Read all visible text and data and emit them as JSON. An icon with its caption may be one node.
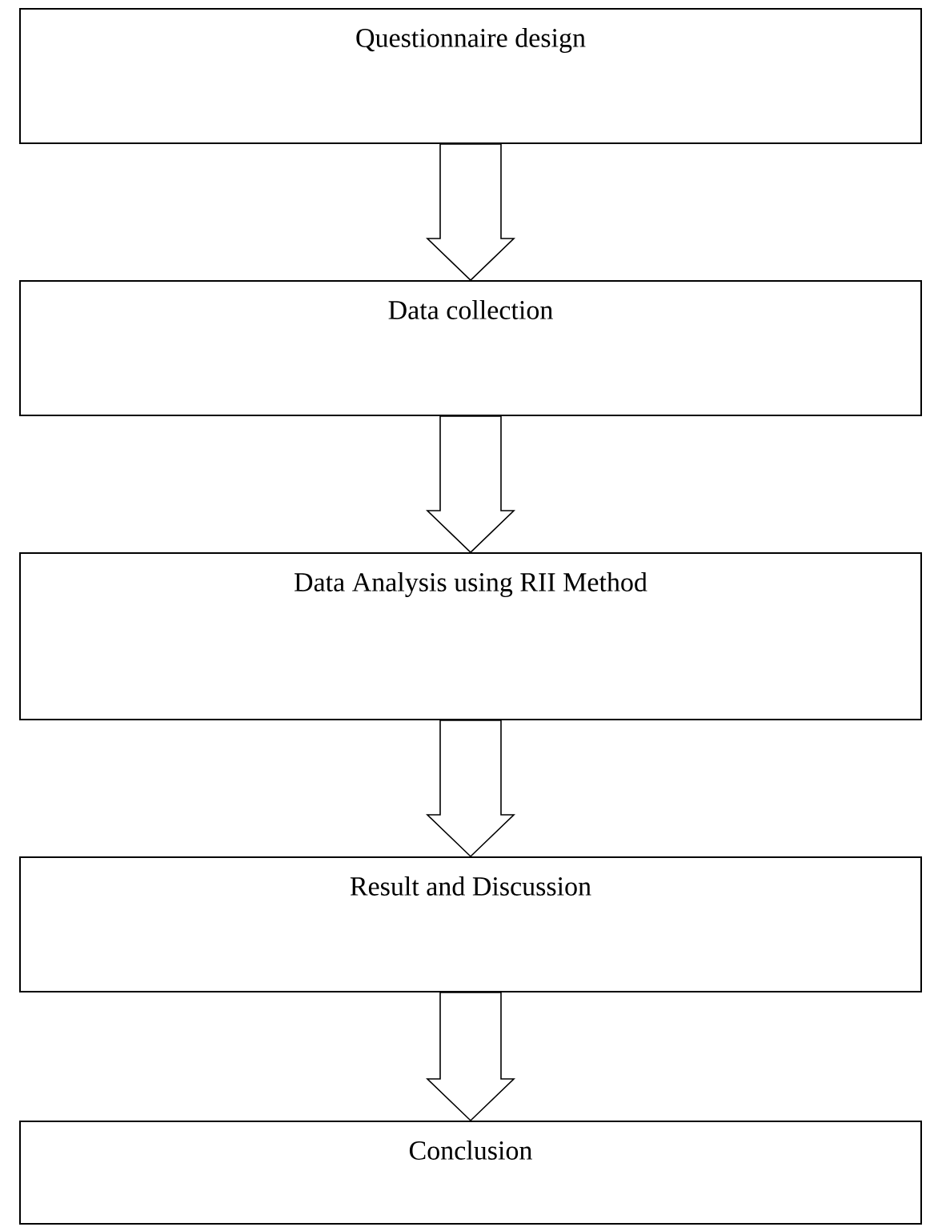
{
  "diagram": {
    "nodes": [
      {
        "text": [
          "Questionnaire design"
        ]
      },
      {
        "text": [
          "Data collection"
        ]
      },
      {
        "text": [
          "Data Analysis using RII Method"
        ]
      },
      {
        "text": [
          "Result and Discussion"
        ]
      },
      {
        "text": [
          "Conclusion"
        ]
      }
    ],
    "edges": [
      {
        "from": 0,
        "to": 1,
        "arrow": "to"
      },
      {
        "from": 1,
        "to": 2,
        "arrow": "to"
      },
      {
        "from": 2,
        "to": 3,
        "arrow": "to"
      },
      {
        "from": 3,
        "to": 4,
        "arrow": "to"
      }
    ]
  }
}
